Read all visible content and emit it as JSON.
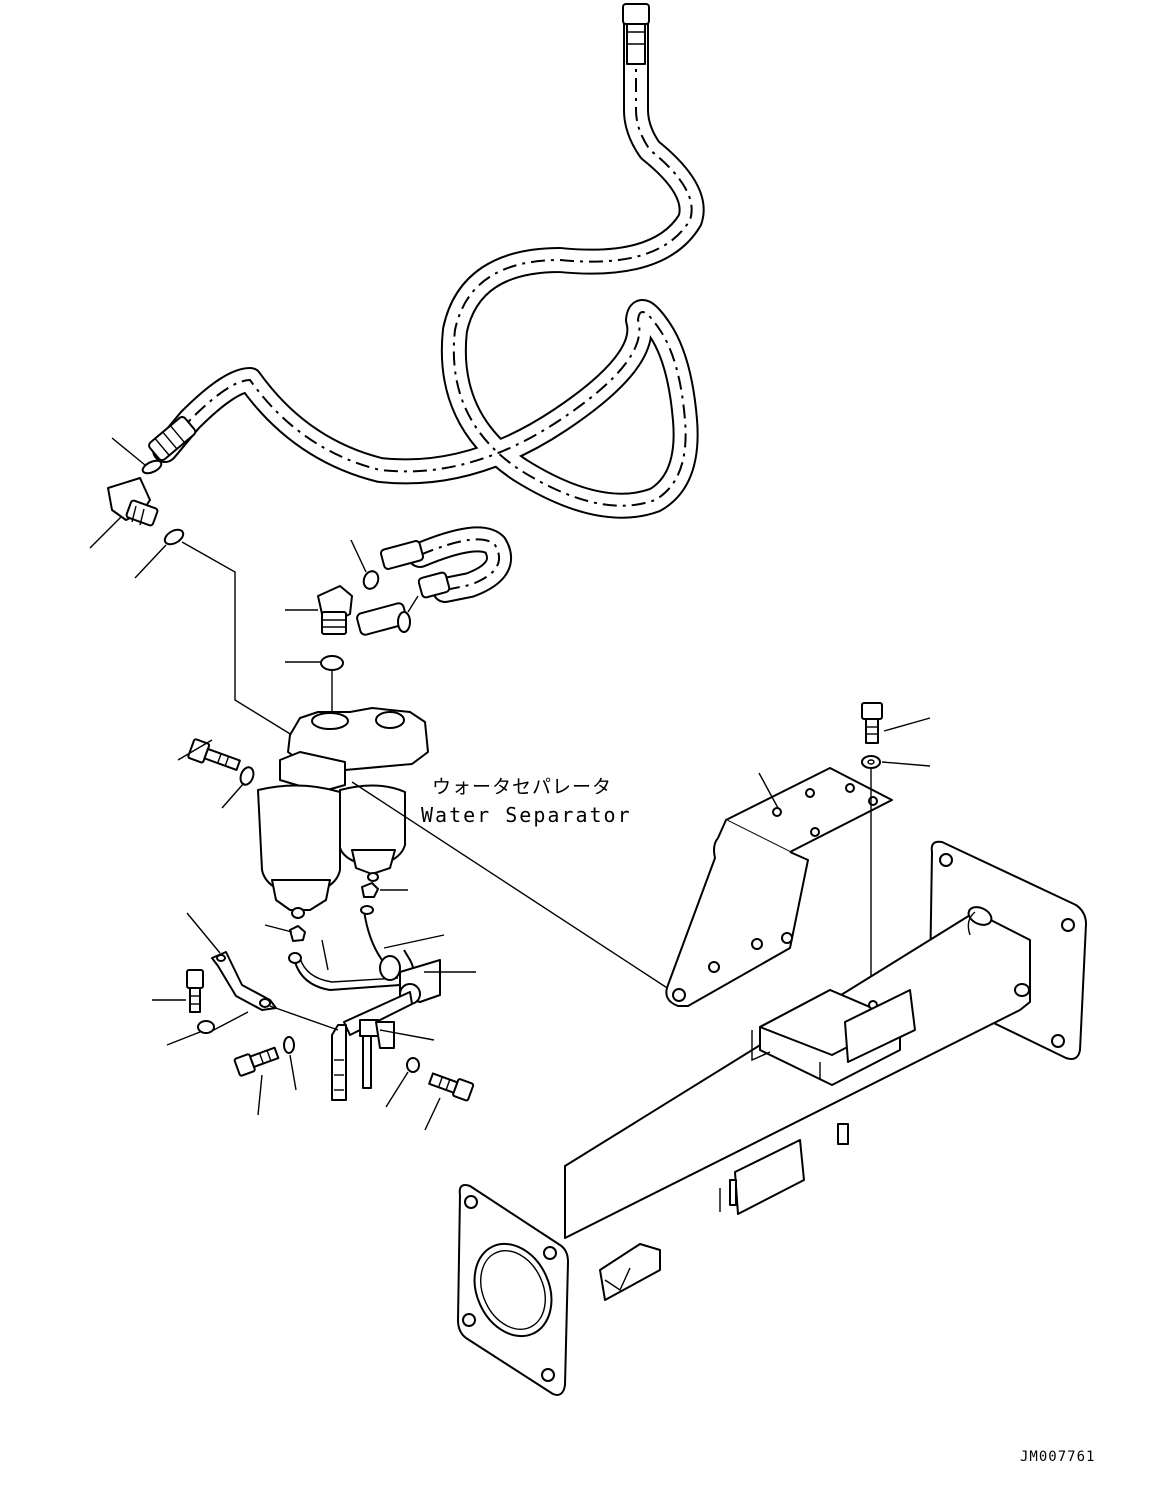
{
  "labels": {
    "component_jp": "ウォータセパレータ",
    "component_en": "Water Separator",
    "drawing_code": "JM007761"
  },
  "icons": [
    "fuel-hose-icon",
    "elbow-fitting-icon",
    "o-ring-icon",
    "bolt-icon",
    "washer-icon",
    "nut-icon",
    "bracket-icon",
    "filter-bowl-icon",
    "frame-beam-icon"
  ]
}
